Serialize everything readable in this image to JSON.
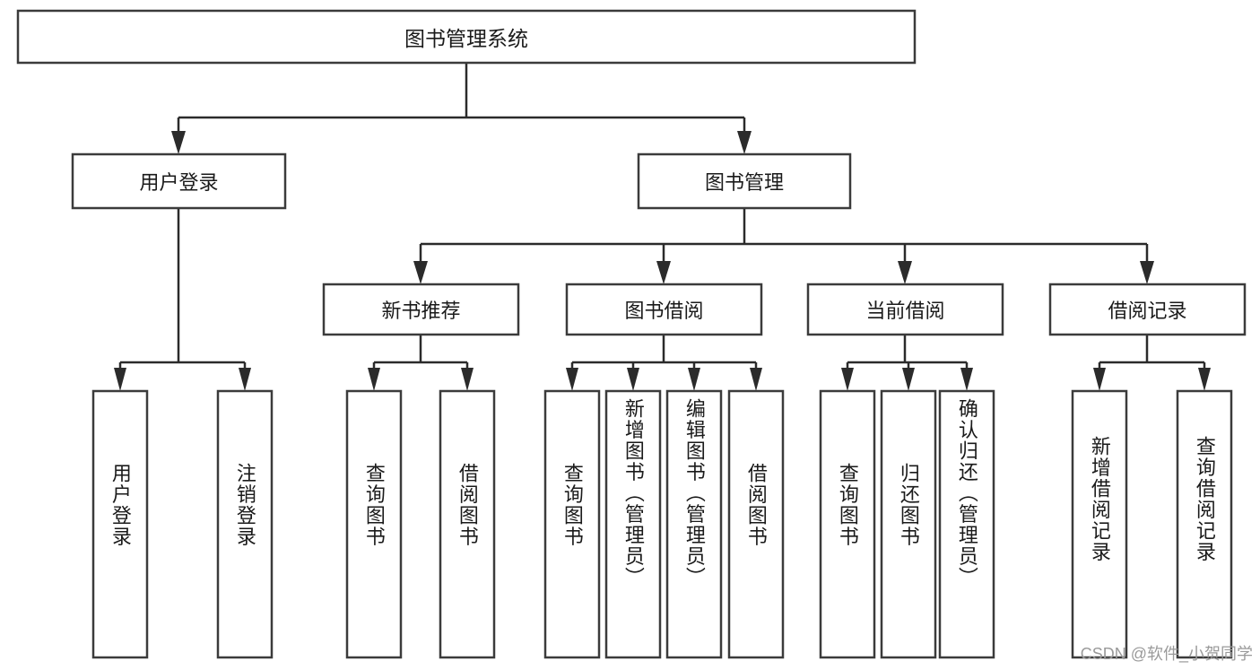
{
  "diagram": {
    "type": "tree-hierarchy",
    "title": "图书管理系统",
    "watermark": "CSDN @软件_小贺同学",
    "root": {
      "id": "root",
      "label": "图书管理系统",
      "orientation": "horizontal"
    },
    "level1": [
      {
        "id": "user-login",
        "label": "用户登录",
        "orientation": "horizontal"
      },
      {
        "id": "book-management",
        "label": "图书管理",
        "orientation": "horizontal"
      }
    ],
    "level2": [
      {
        "id": "new-book-recommend",
        "label": "新书推荐",
        "parent": "book-management",
        "orientation": "horizontal"
      },
      {
        "id": "book-borrow",
        "label": "图书借阅",
        "parent": "book-management",
        "orientation": "horizontal"
      },
      {
        "id": "current-borrow",
        "label": "当前借阅",
        "parent": "book-management",
        "orientation": "horizontal"
      },
      {
        "id": "borrow-record",
        "label": "借阅记录",
        "parent": "book-management",
        "orientation": "horizontal"
      }
    ],
    "leaves": [
      {
        "id": "leaf-user-login",
        "label": "用户登录",
        "parent": "user-login",
        "orientation": "vertical"
      },
      {
        "id": "leaf-logout-login",
        "label": "注销登录",
        "parent": "user-login",
        "orientation": "vertical"
      },
      {
        "id": "leaf-query-book-1",
        "label": "查询图书",
        "parent": "new-book-recommend",
        "orientation": "vertical"
      },
      {
        "id": "leaf-borrow-book-1",
        "label": "借阅图书",
        "parent": "new-book-recommend",
        "orientation": "vertical"
      },
      {
        "id": "leaf-query-book-2",
        "label": "查询图书",
        "parent": "book-borrow",
        "orientation": "vertical"
      },
      {
        "id": "leaf-add-book",
        "label": "新增图书（管理员）",
        "parent": "book-borrow",
        "orientation": "vertical"
      },
      {
        "id": "leaf-edit-book",
        "label": "编辑图书（管理员）",
        "parent": "book-borrow",
        "orientation": "vertical"
      },
      {
        "id": "leaf-borrow-book-2",
        "label": "借阅图书",
        "parent": "book-borrow",
        "orientation": "vertical"
      },
      {
        "id": "leaf-query-book-3",
        "label": "查询图书",
        "parent": "current-borrow",
        "orientation": "vertical"
      },
      {
        "id": "leaf-return-book",
        "label": "归还图书",
        "parent": "current-borrow",
        "orientation": "vertical"
      },
      {
        "id": "leaf-confirm-return",
        "label": "确认归还（管理员）",
        "parent": "current-borrow",
        "orientation": "vertical"
      },
      {
        "id": "leaf-add-borrow-record",
        "label": "新增借阅记录",
        "parent": "borrow-record",
        "orientation": "vertical"
      },
      {
        "id": "leaf-query-borrow-record",
        "label": "查询借阅记录",
        "parent": "borrow-record",
        "orientation": "vertical"
      }
    ],
    "colors": {
      "box_fill": "#ffffff",
      "box_stroke": "#3b3b3b",
      "connector": "#2b2b2b",
      "text": "#1a1a1a",
      "watermark": "#9a9a9a",
      "background": "#ffffff"
    }
  }
}
